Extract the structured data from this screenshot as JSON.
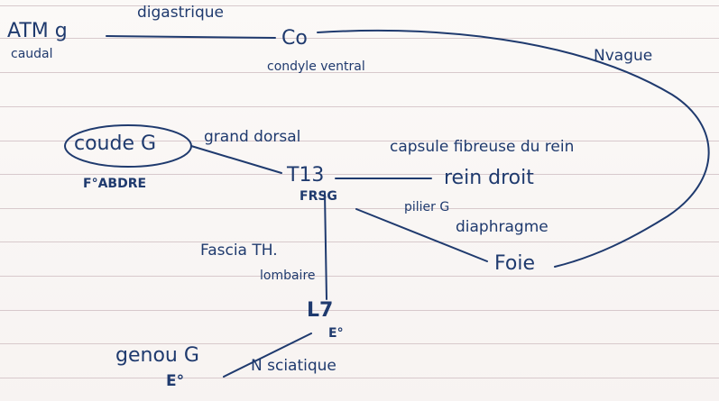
{
  "labels": {
    "atm": "ATM g",
    "caudal": "caudal",
    "digastrique": "digastrique",
    "co": "Co",
    "condyle": "condyle ventral",
    "nvague": "Nvague",
    "coude": "coude G",
    "fabdre": "F°ABDRE",
    "grand_dorsal": "grand dorsal",
    "t13": "T13",
    "frsg": "FRSG",
    "capsule": "capsule fibreuse du rein",
    "rein": "rein droit",
    "pilier": "pilier G",
    "diaphragme": "diaphragme",
    "foie": "Foie",
    "fascia": "Fascia TH.",
    "lombaire": "lombaire",
    "l7": "L7",
    "e_l7": "E°",
    "genou": "genou G",
    "e_genou": "E°",
    "sciatique": "N sciatique"
  },
  "colors": {
    "ink": "#1f3a6e",
    "rule": "#d8c9cc",
    "paper": "#fbf9f7"
  }
}
